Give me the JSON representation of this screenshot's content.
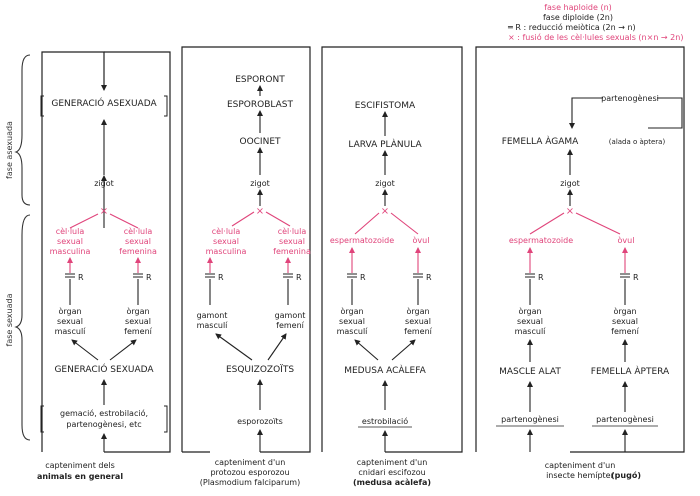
{
  "legend": {
    "haploid": "fase haploide (n)",
    "diploid": "fase diploide (2n)",
    "reduction": "═ R : reducció meiòtica (2n → n)",
    "fusion": "× : fusió de les cèl·lules sexuals (n×n → 2n)"
  },
  "axis": {
    "asexual": "fase asexuada",
    "sexual": "fase sexuada"
  },
  "symbols": {
    "cross": "×",
    "reduction": "R",
    "equals": "═"
  },
  "col1": {
    "asexual": "GENERACIÓ ASEXUADA",
    "zygote": "zigot",
    "gamete_m": [
      "cèl·lula",
      "sexual",
      "masculina"
    ],
    "gamete_f": [
      "cèl·lula",
      "sexual",
      "femenina"
    ],
    "organ_m": [
      "òrgan",
      "sexual",
      "masculí"
    ],
    "organ_f": [
      "òrgan",
      "sexual",
      "femení"
    ],
    "sexual_gen": "GENERACIÓ SEXUADA",
    "bottom": [
      "gemació, estrobilació,",
      "partenogènesi, etc"
    ],
    "caption": [
      "capteniment dels",
      "animals en general"
    ]
  },
  "col2": {
    "stage1": "ESPORONT",
    "stage2": "ESPOROBLAST",
    "stage3": "OOCINET",
    "zygote": "zigot",
    "gamete_m": [
      "cèl·lula",
      "sexual",
      "masculina"
    ],
    "gamete_f": [
      "cèl·lula",
      "sexual",
      "femenina"
    ],
    "gamont_m": [
      "gamont",
      "masculí"
    ],
    "gamont_f": [
      "gamont",
      "femení"
    ],
    "schizo": "ESQUIZOZOÏTS",
    "sporo": "esporozoïts",
    "caption": [
      "capteniment d'un",
      "protozou esporozou",
      "(Plasmodium falciparum)"
    ]
  },
  "col3": {
    "stage1": "ESCIFISTOMA",
    "stage2": "LARVA PLÀNULA",
    "zygote": "zigot",
    "gamete_m": "espermatozoide",
    "gamete_f": "òvul",
    "organ_m": [
      "òrgan",
      "sexual",
      "masculí"
    ],
    "organ_f": [
      "òrgan",
      "sexual",
      "femení"
    ],
    "medusa": "MEDUSA ACÀLEFA",
    "bottom": "estrobilació",
    "caption": [
      "capteniment d'un",
      "cnidari escifozou",
      "(medusa acàlefa)"
    ]
  },
  "col4": {
    "parthenogenesis_top": "partenogènesi",
    "female_agama": "FEMELLA ÀGAMA",
    "agama_note": "(alada o àptera)",
    "zygote": "zigot",
    "gamete_m": "espermatozoide",
    "gamete_f": "òvul",
    "organ_m": [
      "òrgan",
      "sexual",
      "masculí"
    ],
    "organ_f": [
      "òrgan",
      "sexual",
      "femení"
    ],
    "male": "MASCLE ALAT",
    "female": "FEMELLA ÀPTERA",
    "parth_m": "partenogènesi",
    "parth_f": "partenogènesi",
    "caption": [
      "capteniment d'un",
      "insecte hemípter",
      "(pugó)"
    ]
  },
  "colors": {
    "ink": "#222222",
    "haploid": "#e0457b"
  }
}
